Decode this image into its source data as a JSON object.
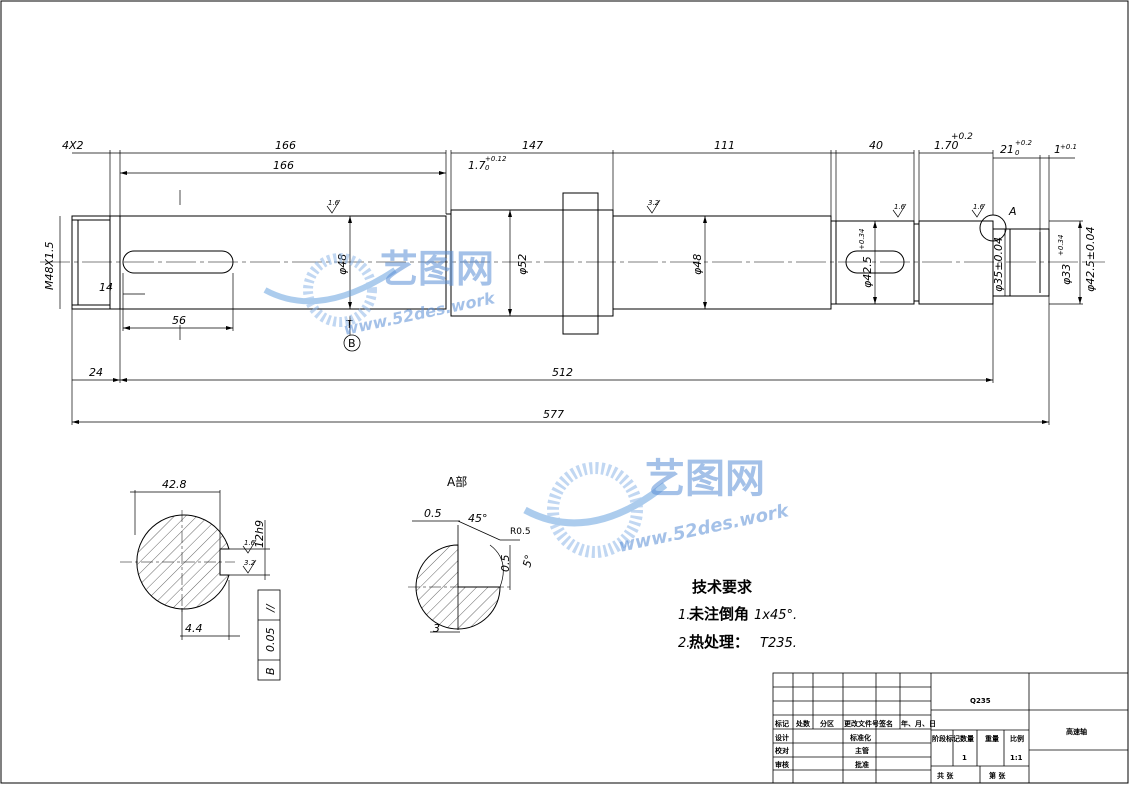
{
  "drawing": {
    "dims_top": {
      "chamfer": "4X2",
      "len_166_a": "166",
      "len_166_b": "166",
      "groove_a": "1.7",
      "groove_a_tol": "+0.12",
      "groove_a_tol2": "0",
      "len_147": "147",
      "len_111": "111",
      "len_40": "40",
      "groove_b": "1.70",
      "groove_b_tol": "+0.2",
      "len_21": "21",
      "len_21_tol": "+0.2",
      "len_21_tol2": "0",
      "len_1": "1",
      "len_1_tol": "+0.1"
    },
    "dims_bottom": {
      "len_24": "24",
      "len_512": "512",
      "len_577": "577",
      "len_56": "56",
      "len_14": "14"
    },
    "dims_vertical": {
      "thread": "M48X1.5",
      "d48_a": "φ48",
      "d52": "φ52",
      "d48_b": "φ48",
      "d42_5": "φ42.5",
      "d42_5_tol": "+0.34",
      "d42_5_tol2": "0",
      "d35": "φ35±0.04",
      "d33": "φ33",
      "d33_tol": "+0.34",
      "d33_tol2": "0",
      "d42_5_b": "φ42.5±0.04"
    },
    "roughness": [
      "1.6",
      "3.2",
      "1.6",
      "1.6"
    ],
    "labels": {
      "view_A": "A",
      "section_B": "B",
      "section_mark": "T"
    },
    "section": {
      "width": "42.8",
      "key_width": "12h9",
      "depth": "4.4",
      "roughness_a": "1.6",
      "roughness_b": "3.2",
      "tol_frame_left": "//",
      "tol_frame_val": "0.05",
      "tol_frame_ref": "B"
    },
    "detail_A": {
      "title": "A部",
      "dim_05_a": "0.5",
      "dim_45": "45°",
      "dim_r": "R0.5",
      "dim_05_b": "0.5",
      "dim_5": "5°",
      "dim_3": "3"
    },
    "tech_requirements": {
      "heading": "技术要求",
      "item1_num": "1.",
      "item1_text": "未注倒角",
      "item1_val": "1x45°.",
      "item2_num": "2.",
      "item2_text": "热处理：",
      "item2_val": "T235."
    },
    "title_block": {
      "material": "Q235",
      "part_name": "高速轴",
      "row_labels": [
        "标记",
        "处数",
        "分区",
        "更改文件号",
        "签名",
        "年、月、日"
      ],
      "design": "设计",
      "standardize": "标准化",
      "check": "校对",
      "supervisor": "主管",
      "review": "审核",
      "approve": "批准",
      "stage_mark": "阶段标记",
      "weight_count": "数量",
      "weight": "重量",
      "scale": "比例",
      "count_val": "1",
      "scale_val": "1:1",
      "sheets_total": "共  张",
      "sheet_num": "第  张"
    },
    "watermark": {
      "cn": "艺图网",
      "url": "www.52des.work"
    }
  }
}
